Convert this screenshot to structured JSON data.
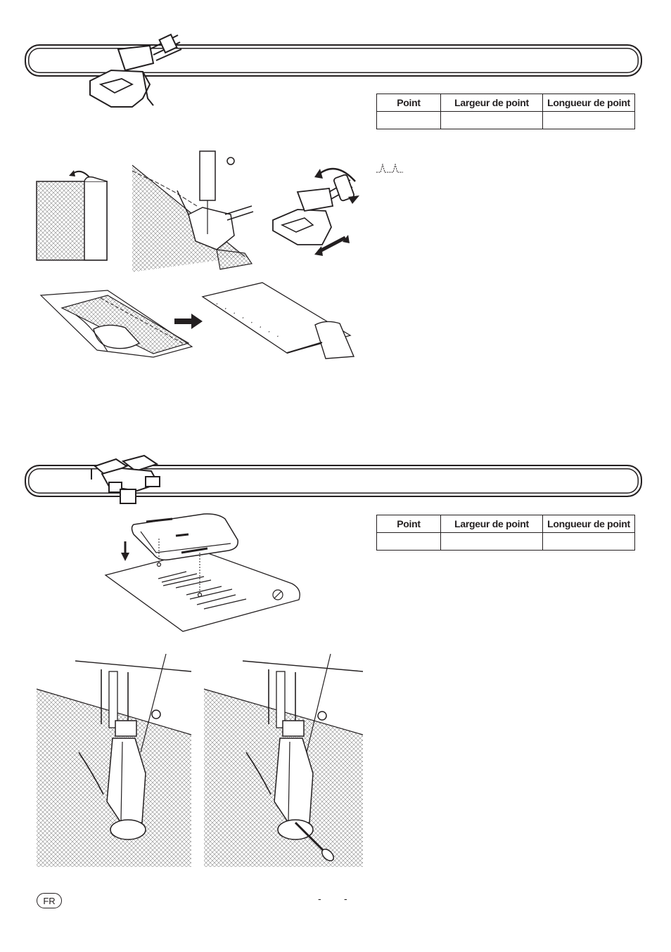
{
  "section1": {
    "title": "",
    "table": {
      "headers": [
        "Point",
        "Largeur de point",
        "Longueur de point"
      ],
      "row": [
        "",
        "",
        ""
      ]
    }
  },
  "section2": {
    "title": "",
    "table": {
      "headers": [
        "Point",
        "Largeur de point",
        "Longueur de point"
      ],
      "row": [
        "",
        "",
        ""
      ]
    }
  },
  "footer": {
    "language_badge": "FR",
    "page_marker_left": "-",
    "page_marker_right": "-"
  },
  "colors": {
    "ink": "#231f20",
    "paper": "#ffffff"
  },
  "icons": [
    "blind-hem-stitch-symbol-icon",
    "arrow-icon",
    "screwdriver-icon"
  ]
}
